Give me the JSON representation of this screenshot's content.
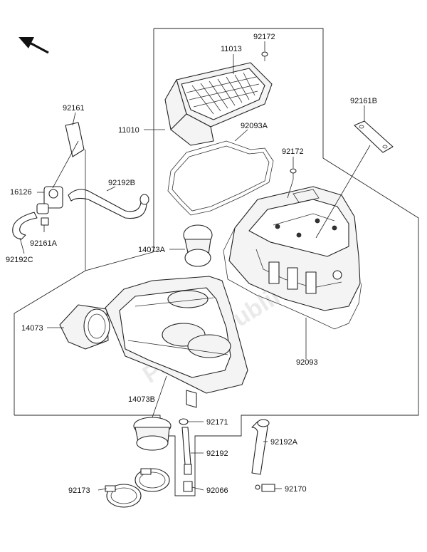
{
  "labels": {
    "p11013": "11013",
    "p92172_top": "92172",
    "p11010": "11010",
    "p92093A": "92093A",
    "p92161B": "92161B",
    "p92161": "92161",
    "p92172_mid": "92172",
    "p16126": "16126",
    "p92192B": "92192B",
    "p92161A": "92161A",
    "p92192C": "92192C",
    "p14073A": "14073A",
    "p14073": "14073",
    "p92093": "92093",
    "p14073B": "14073B",
    "p92171": "92171",
    "p92192": "92192",
    "p92192A": "92192A",
    "p92173": "92173",
    "p92066": "92066",
    "p92170": "92170"
  },
  "watermark": "PartsRepublik",
  "icons": {
    "direction": "arrow-up-left-icon"
  }
}
